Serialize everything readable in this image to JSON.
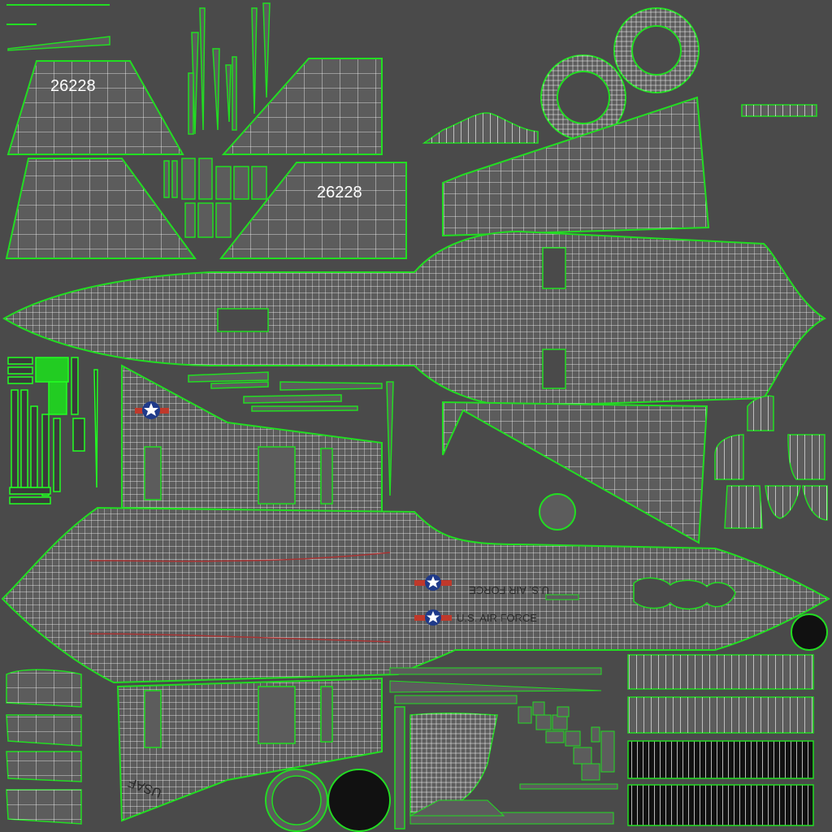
{
  "texture": {
    "colors": {
      "background": "#4a4a4a",
      "panel": "#5c5c5c",
      "wire": "#ffffff",
      "seam": "#22dd22",
      "dark": "#111111",
      "insignia_blue": "#1f3a8a",
      "insignia_red": "#c0392b"
    },
    "labels": {
      "tail_number_1": "26228",
      "tail_number_2": "26228",
      "usaf_text": "USAF",
      "us_air_force_1": "U.S. AIR FORCE",
      "us_air_force_2": "U.S. AIR FORCE"
    }
  }
}
